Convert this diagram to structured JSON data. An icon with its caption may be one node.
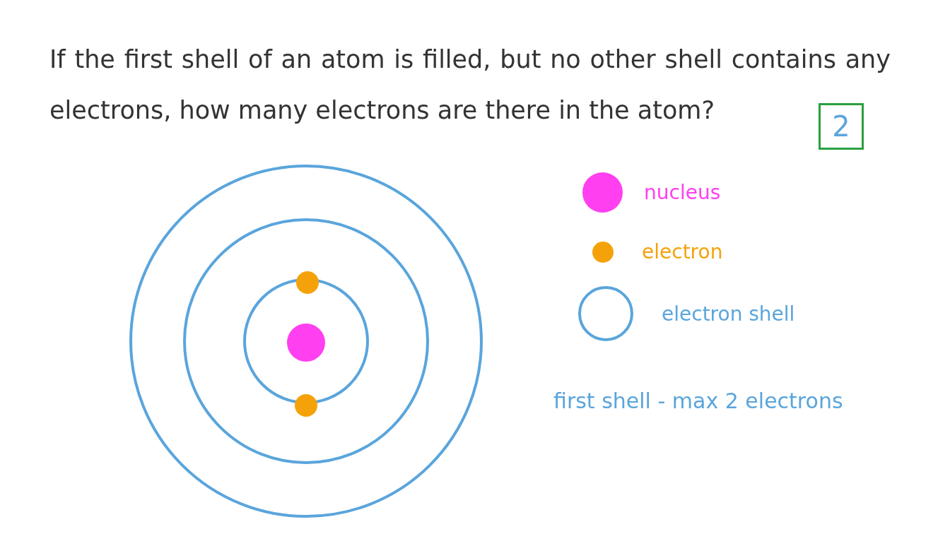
{
  "diagram": {
    "title": "If the first shell of an atom is filled, but no other shell contains any electrons, how many electrons are there in the atom?",
    "labels": [
      "2",
      "first shell - max 2 electrons"
    ],
    "legend": [
      {
        "text": "nucleus",
        "color": "#ff3ff0"
      },
      {
        "text": "electron",
        "color": "#f5a20a"
      },
      {
        "text": "electron shell"
      }
    ]
  }
}
